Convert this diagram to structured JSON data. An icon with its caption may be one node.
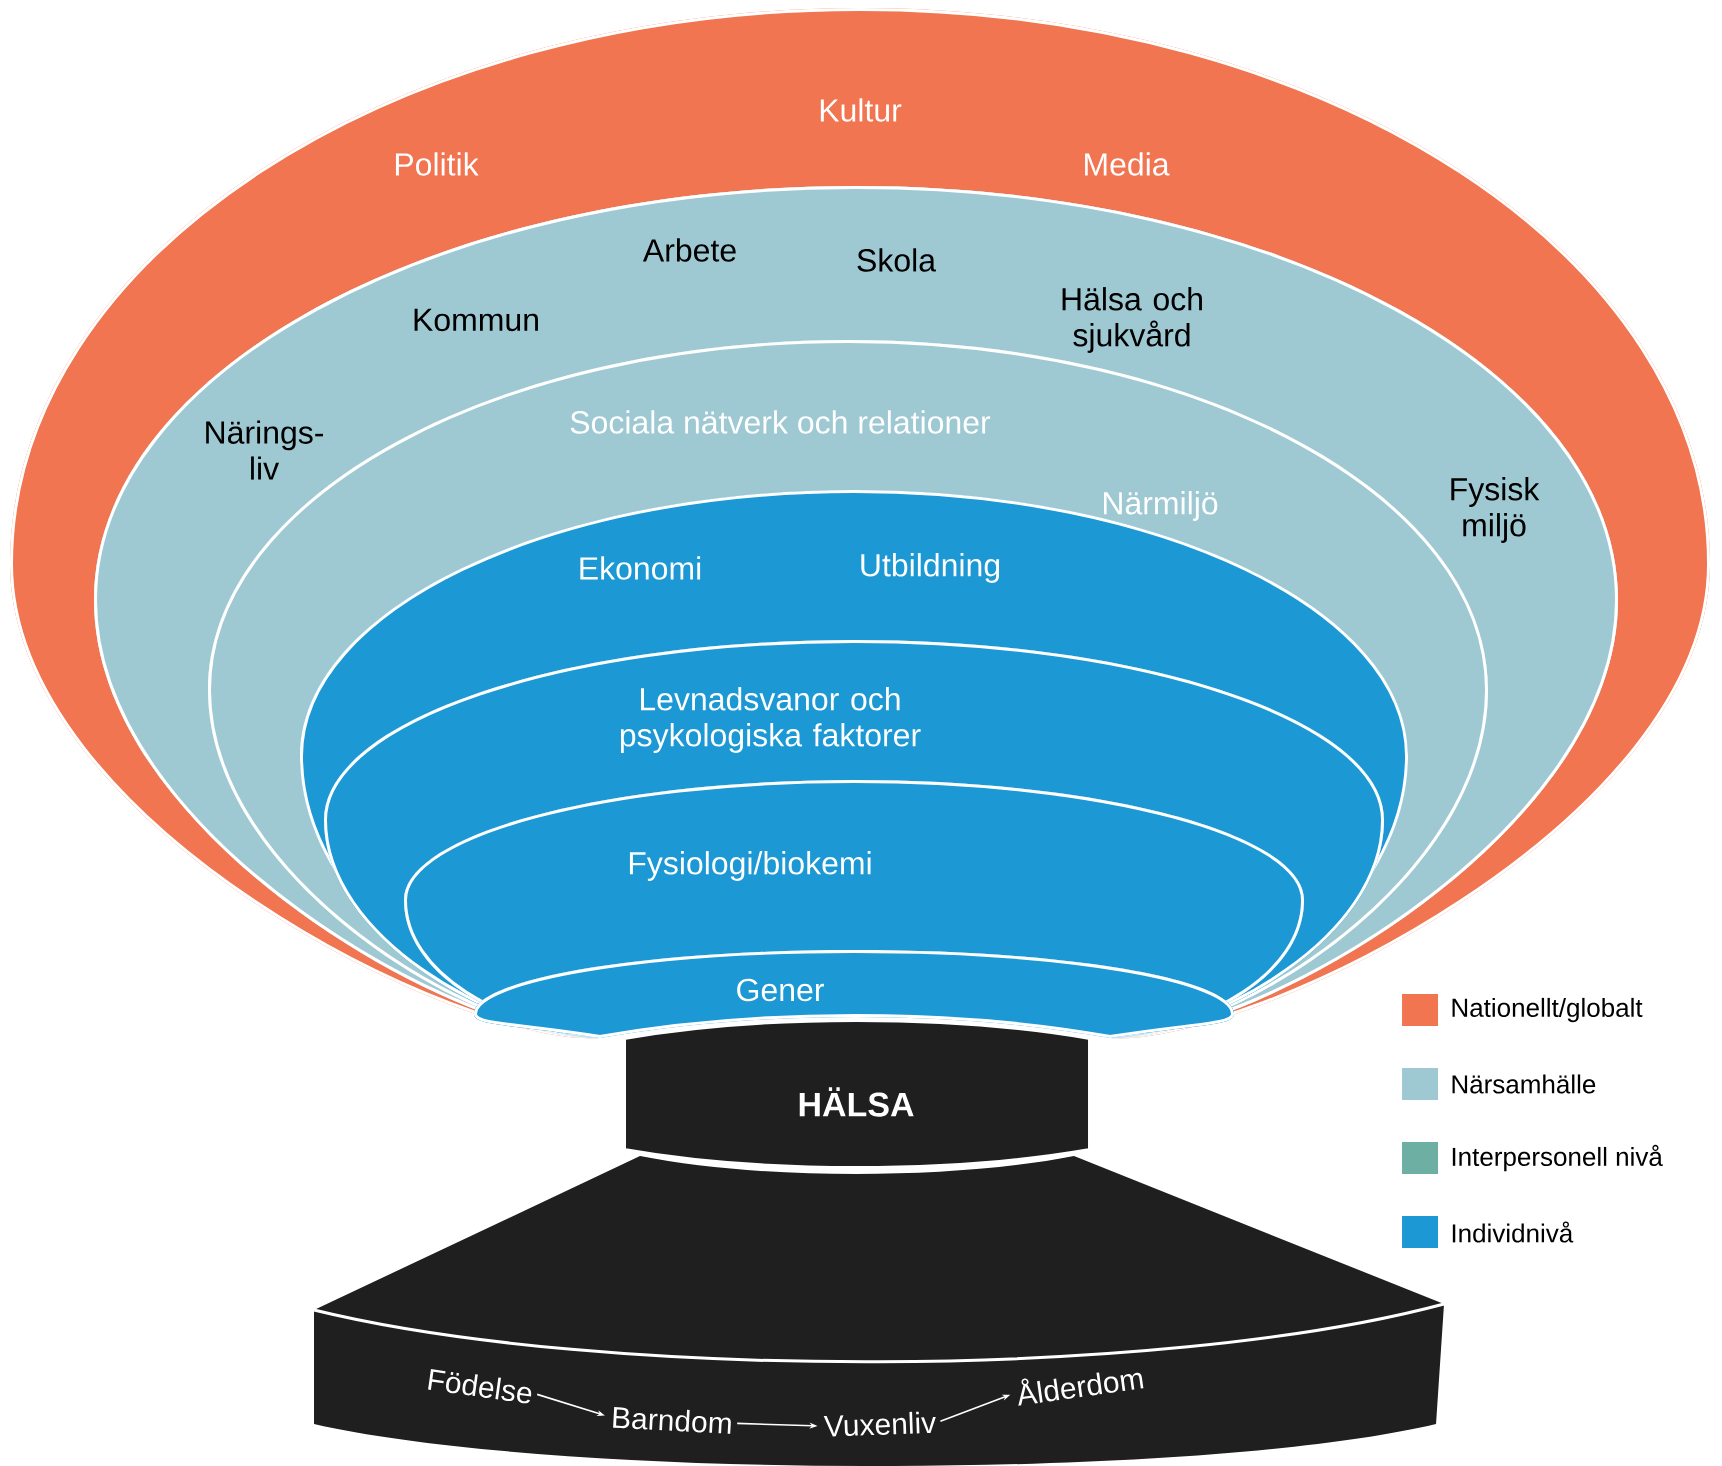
{
  "diagram": {
    "nodes": [
      {
        "text": [
          "Kultur",
          "Politik",
          "Media"
        ]
      },
      {
        "text": [
          "Arbete",
          "Skola",
          "Kommun",
          "Hälsa och sjukvård",
          "Närings- liv",
          "Fysisk miljö"
        ],
        "in": 0
      },
      {
        "text": [
          "Sociala nätverk och relationer",
          "Närmiljö"
        ],
        "in": 1
      },
      {
        "text": [
          "Ekonomi",
          "Utbildning"
        ],
        "in": 2
      },
      {
        "text": [
          "Levnadsvanor och psykologiska faktorer"
        ],
        "in": 3
      },
      {
        "text": [
          "Fysiologi/biokemi"
        ],
        "in": 4
      },
      {
        "text": [
          "Gener"
        ],
        "in": 5
      },
      {
        "text": [
          "HÄLSA"
        ]
      },
      {
        "text": [],
        "shape": "box"
      },
      {
        "text": [
          "Födelse"
        ],
        "in": 8
      },
      {
        "text": [
          "Barndom"
        ],
        "in": 8
      },
      {
        "text": [
          "Vuxenliv"
        ],
        "in": 8
      },
      {
        "text": [
          "Ålderdom"
        ],
        "in": 8
      }
    ],
    "edges": [
      {
        "from": 9,
        "to": 10,
        "arrow": "to"
      },
      {
        "from": 10,
        "to": 11,
        "arrow": "to"
      },
      {
        "from": 11,
        "to": 12,
        "arrow": "to"
      }
    ],
    "legend": [
      {
        "text": "Nationellt/globalt",
        "color": "#f07550"
      },
      {
        "text": "Närsamhälle",
        "color": "#9ec9d3"
      },
      {
        "text": "Interpersonell nivå",
        "color": "#6db0a3"
      },
      {
        "text": "Individnivå",
        "color": "#1c98d5"
      }
    ]
  }
}
